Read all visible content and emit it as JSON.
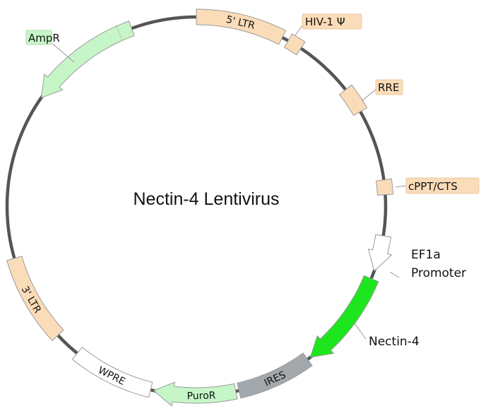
{
  "title": "Nectin-4 Lentivirus",
  "colors": {
    "backbone": "#555555",
    "ltr": "#fbdcb8",
    "ampr": "#c6f6c8",
    "nectin": "#1ee61e",
    "ires": "#a3a8ad",
    "white": "#ffffff",
    "outline": "#9a9a9a"
  },
  "features": {
    "ltr5": "5' LTR",
    "hiv_psi": "HIV-1 Ψ",
    "rre": "RRE",
    "cppt": "cPPT/CTS",
    "ef1a_line1": "EF1a",
    "ef1a_line2": "Promoter",
    "nectin4": "Nectin-4",
    "ires": "IRES",
    "puror": "PuroR",
    "wpre": "WPRE",
    "ltr3": "3' LTR",
    "ampr": "AmpR"
  }
}
